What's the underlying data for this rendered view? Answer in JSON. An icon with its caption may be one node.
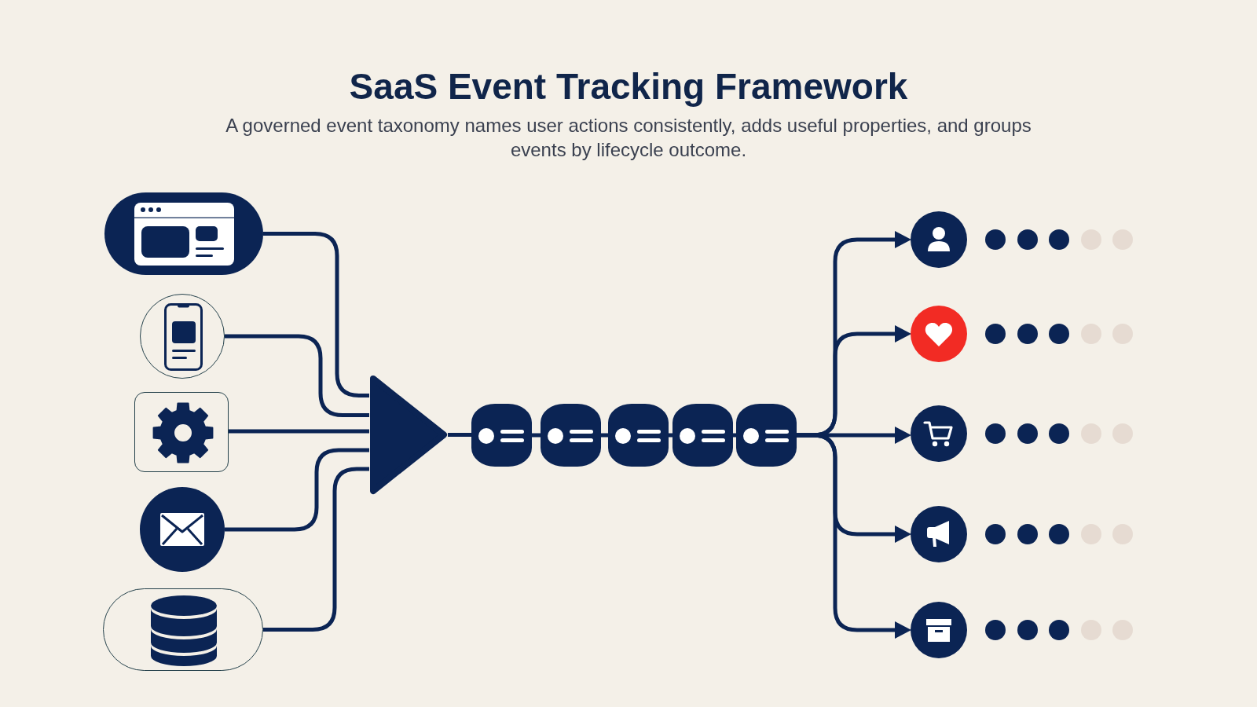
{
  "diagram": {
    "title": "SaaS Event Tracking Framework",
    "caption": "A governed event taxonomy names user actions consistently, adds useful properties, and groups events by lifecycle outcome.",
    "nodes": [
      {
        "text": [],
        "shape": "box"
      },
      {
        "text": [],
        "shape": "circle"
      },
      {
        "text": [],
        "shape": "box"
      },
      {
        "text": [],
        "shape": "circle"
      },
      {
        "text": [],
        "shape": "box"
      },
      {
        "text": [],
        "shape": "triangle"
      },
      {
        "text": [],
        "shape": "box"
      },
      {
        "text": [],
        "shape": "box"
      },
      {
        "text": [],
        "shape": "box"
      },
      {
        "text": [],
        "shape": "box"
      },
      {
        "text": [],
        "shape": "box"
      },
      {
        "text": [],
        "shape": "circle"
      },
      {
        "text": [],
        "shape": "circle"
      },
      {
        "text": [],
        "shape": "circle"
      },
      {
        "text": [],
        "shape": "circle"
      },
      {
        "text": [],
        "shape": "circle"
      }
    ],
    "edges": [
      {
        "from": 0,
        "to": 5,
        "arrow": "none"
      },
      {
        "from": 1,
        "to": 5,
        "arrow": "none"
      },
      {
        "from": 2,
        "to": 5,
        "arrow": "none"
      },
      {
        "from": 3,
        "to": 5,
        "arrow": "none"
      },
      {
        "from": 4,
        "to": 5,
        "arrow": "none"
      },
      {
        "from": 5,
        "to": 6,
        "arrow": "none"
      },
      {
        "from": 6,
        "to": 7,
        "arrow": "none"
      },
      {
        "from": 7,
        "to": 8,
        "arrow": "none"
      },
      {
        "from": 8,
        "to": 9,
        "arrow": "none"
      },
      {
        "from": 9,
        "to": 10,
        "arrow": "none"
      },
      {
        "from": 10,
        "to": 11,
        "arrow": "to"
      },
      {
        "from": 10,
        "to": 12,
        "arrow": "to"
      },
      {
        "from": 10,
        "to": 13,
        "arrow": "to"
      },
      {
        "from": 10,
        "to": 14,
        "arrow": "to"
      },
      {
        "from": 10,
        "to": 15,
        "arrow": "to"
      }
    ]
  }
}
